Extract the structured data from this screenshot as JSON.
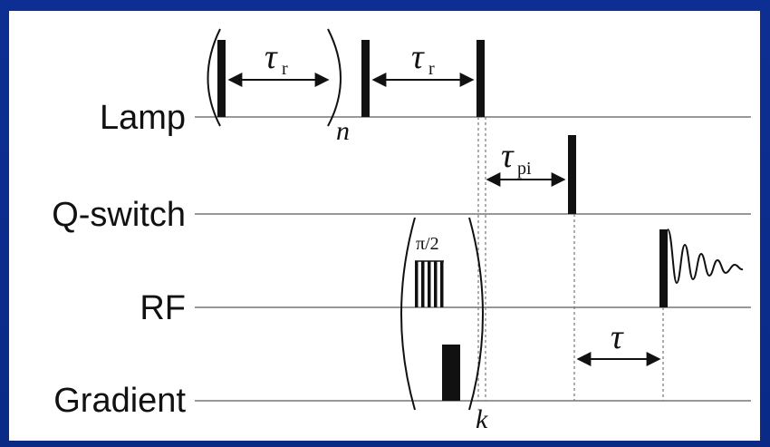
{
  "labels": {
    "lamp": "Lamp",
    "qswitch": "Q-switch",
    "rf": "RF",
    "gradient": "Gradient"
  },
  "annotations": {
    "tau_symbol": "τ",
    "tau_r_sub": "r",
    "tau_pi_sub": "pi",
    "repeat_n": "n",
    "repeat_k": "k",
    "rf_pulse": "π/2"
  },
  "colors": {
    "frame": "#0b2d8c",
    "panel": "#ffffff",
    "ink": "#111111",
    "baseline": "#7f7f7f"
  }
}
